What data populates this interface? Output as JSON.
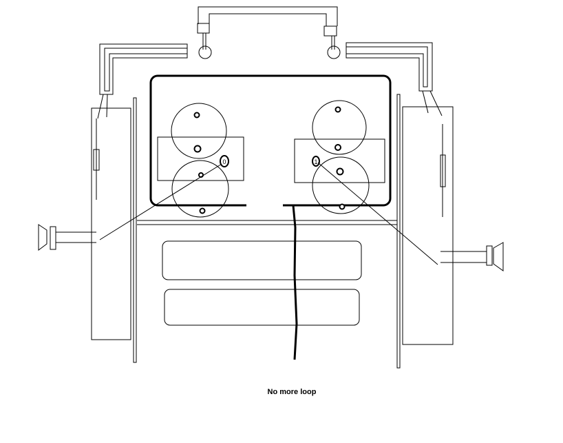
{
  "caption": "No more loop",
  "labels": {
    "left_small_circle": "0",
    "right_small_circle": "1"
  },
  "colors": {
    "background": "#ffffff",
    "stroke": "#000000"
  }
}
